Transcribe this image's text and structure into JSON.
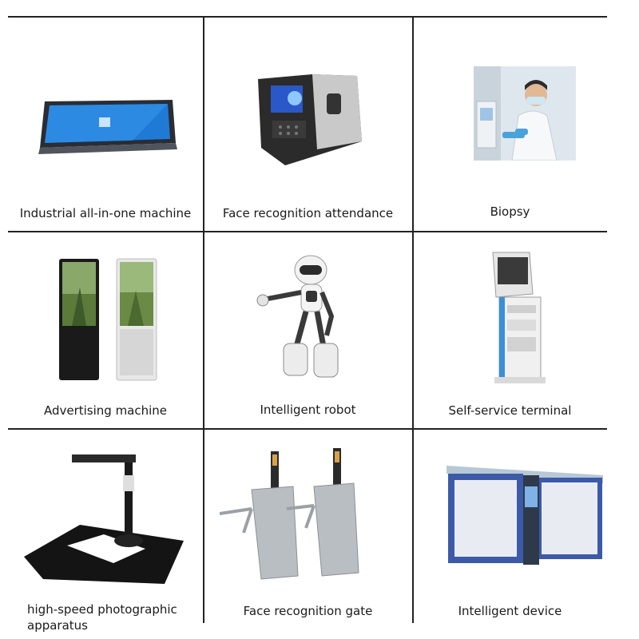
{
  "cells": [
    {
      "label": "Industrial all-in-one machine",
      "icon": "industrial-panel-pc-icon"
    },
    {
      "label": "Face recognition attendance",
      "icon": "face-attendance-terminal-icon"
    },
    {
      "label": "Biopsy",
      "icon": "lab-technician-photo-icon"
    },
    {
      "label": "Advertising machine",
      "icon": "digital-signage-kiosk-icon"
    },
    {
      "label": "Intelligent robot",
      "icon": "humanoid-robot-icon"
    },
    {
      "label": "Self-service terminal",
      "icon": "self-service-kiosk-icon"
    },
    {
      "label": "high-speed photographic apparatus",
      "icon": "document-camera-icon"
    },
    {
      "label": "Face recognition gate",
      "icon": "turnstile-gate-icon"
    },
    {
      "label": "Intelligent device",
      "icon": "smart-locker-icon"
    }
  ],
  "colors": {
    "grid": "#222222",
    "text": "#1a1a1a",
    "screen_blue": "#1f7ad6",
    "kiosk_blue": "#3a8fd8"
  }
}
